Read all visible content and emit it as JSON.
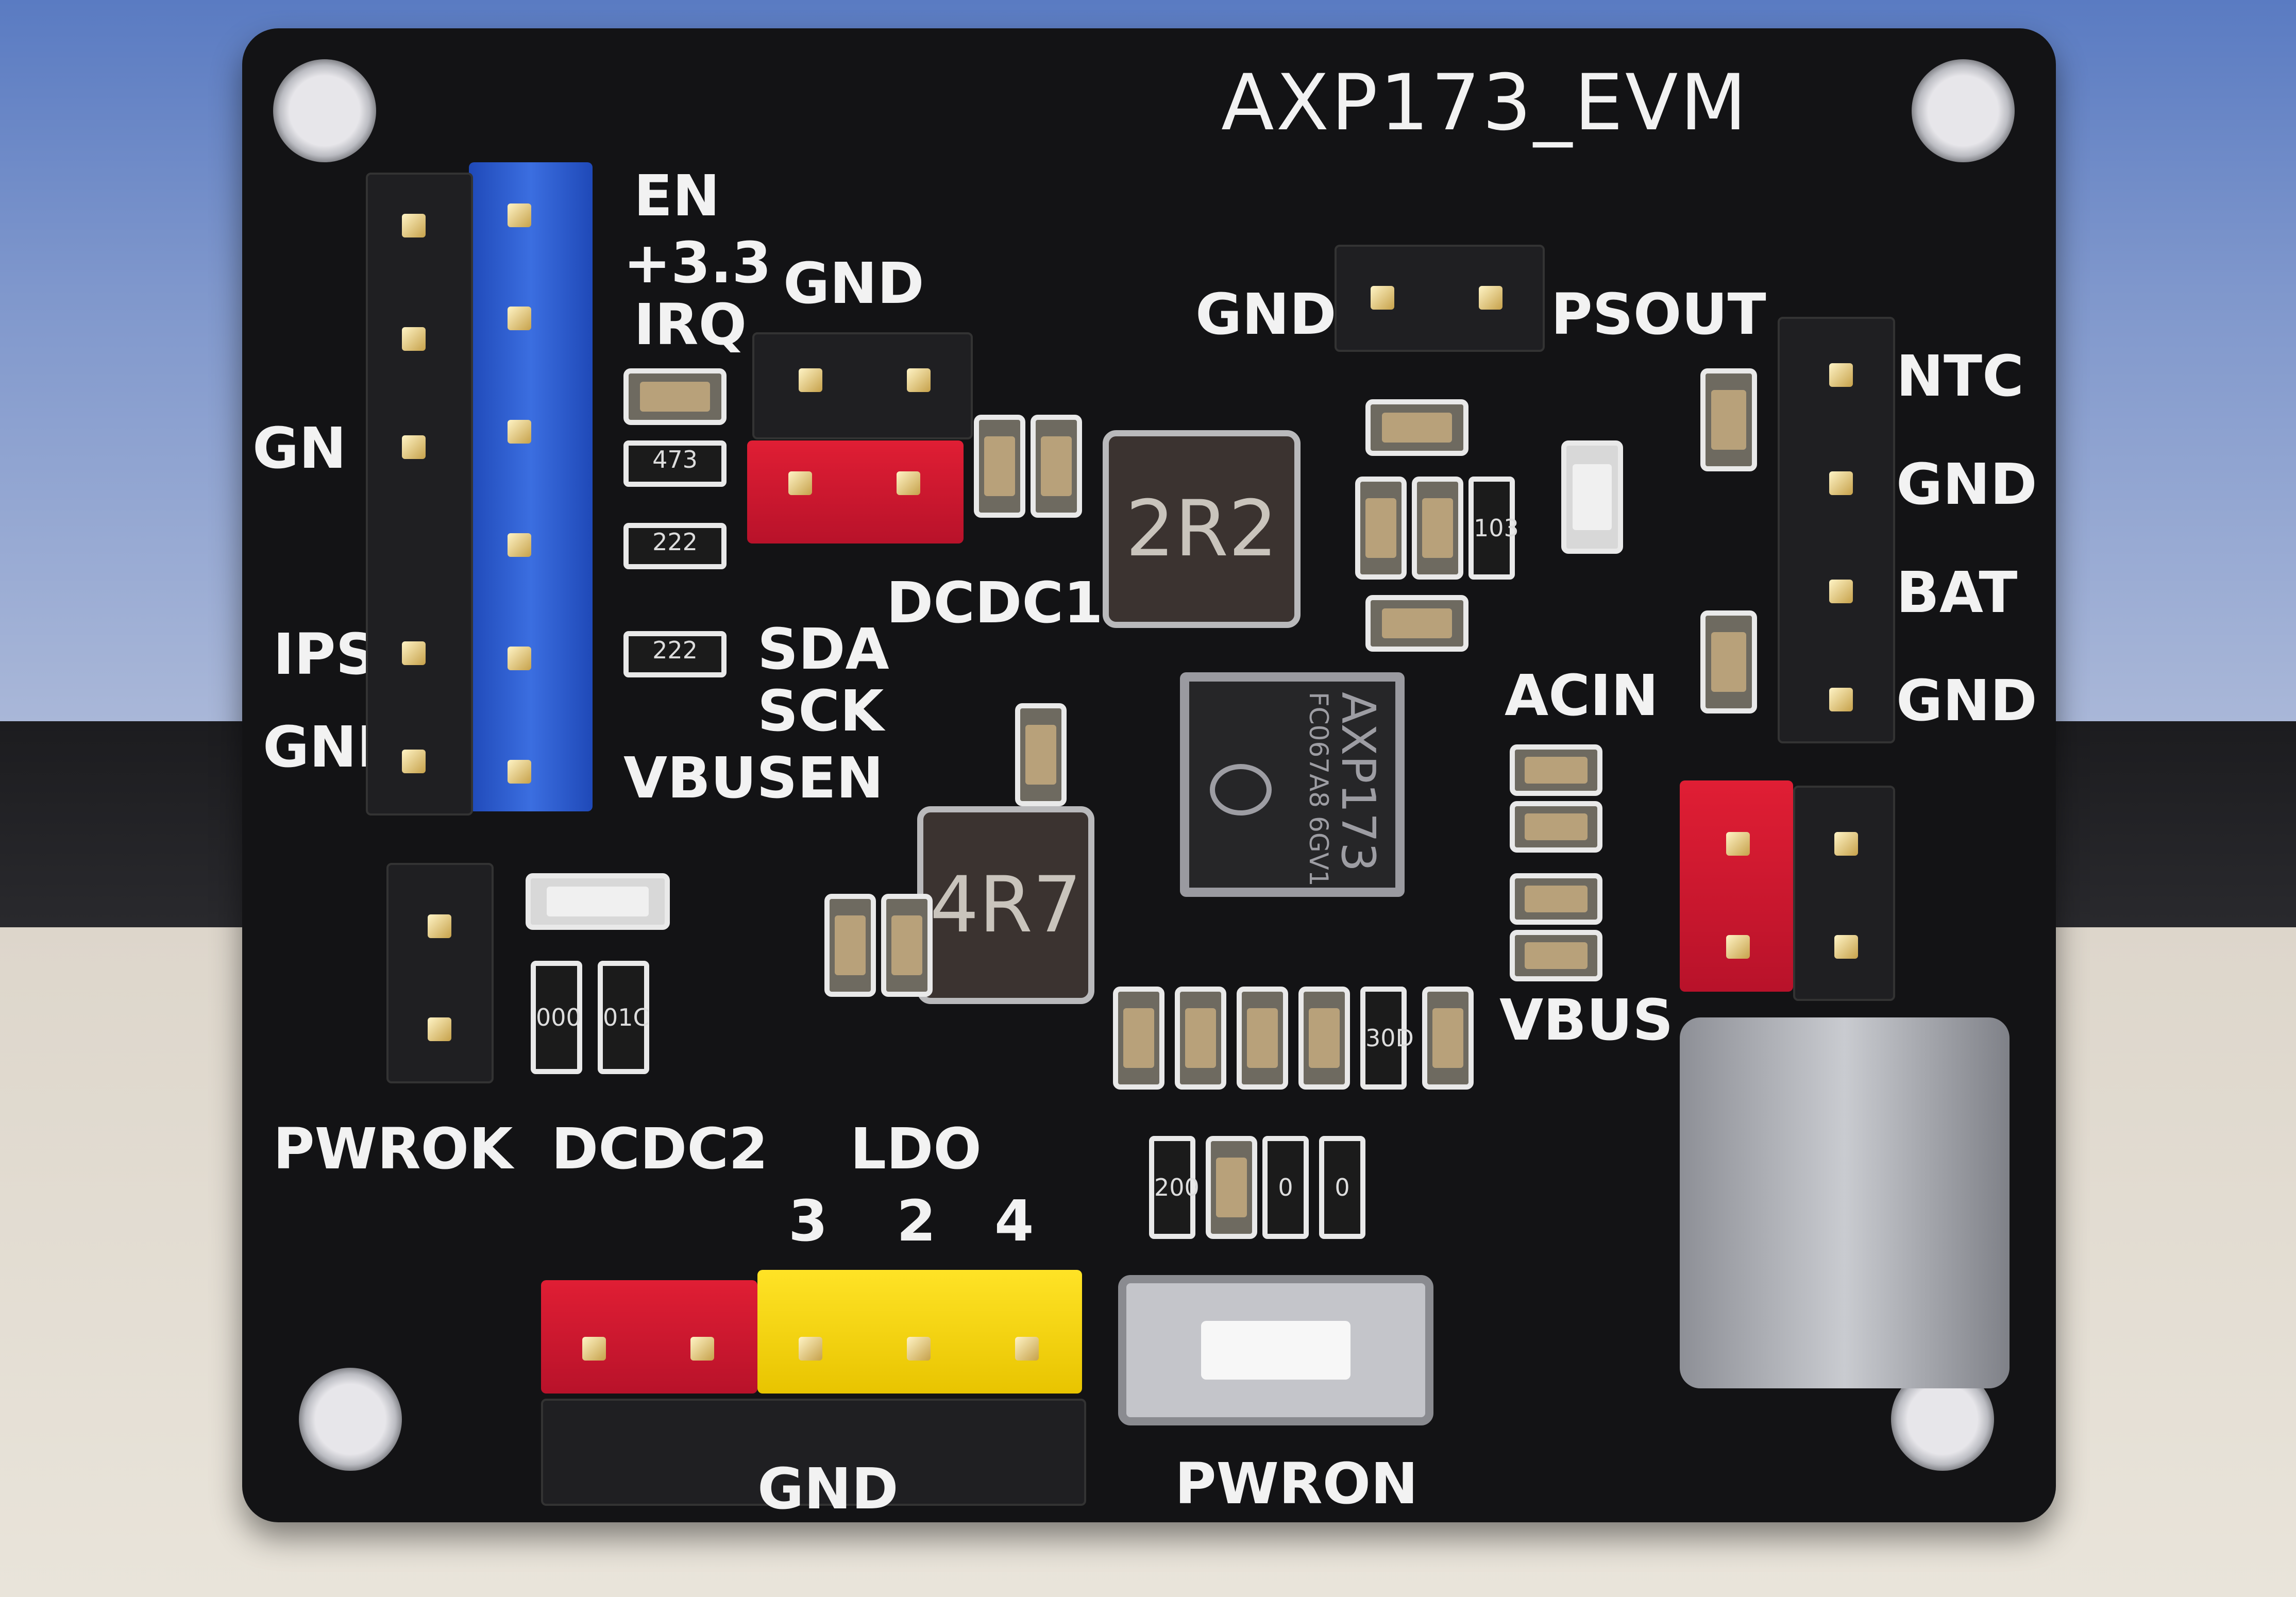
{
  "board": {
    "title": "AXP173_EVM",
    "left_pins": [
      "EN",
      "+3.3",
      "IRQ"
    ],
    "left_side": [
      "GN",
      "IPS",
      "GND"
    ],
    "mid_labels": [
      "SDA",
      "SCK",
      "VBUSEN"
    ],
    "gnd_top": "GND",
    "dcdc1": "DCDC1",
    "psout_gnd": "GND",
    "psout": "PSOUT",
    "right_pins": [
      "NTC",
      "GND",
      "BAT",
      "GND"
    ],
    "acin": "ACIN",
    "vbus": "VBUS",
    "pwrok": "PWROK",
    "dcdc2": "DCDC2",
    "ldo": "LDO",
    "ldo_numbers": [
      "3",
      "2",
      "4"
    ],
    "gnd_bottom": "GND",
    "pwron": "PWRON",
    "inductor_1": "2R2",
    "inductor_2": "4R7",
    "chip_name": "AXP173",
    "chip_code": "FC067A8 6GV1",
    "resistor_codes": [
      "473",
      "222",
      "222",
      "103",
      "000",
      "01C",
      "30D",
      "200",
      "0",
      "0"
    ]
  }
}
